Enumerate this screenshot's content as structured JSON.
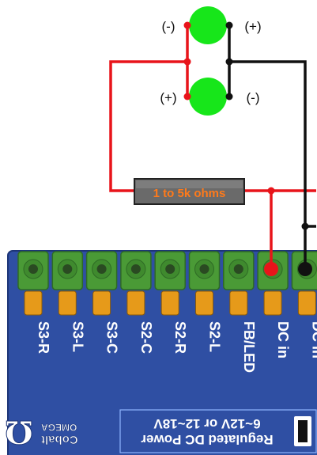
{
  "colors": {
    "board": "#2f4fa3",
    "board_edge": "#1d3577",
    "terminal_green": "#4a9a36",
    "terminal_dark": "#2e6a25",
    "screw": "#2a4a22",
    "orange_tab": "#e69a1a",
    "led_green": "#17e61a",
    "wire_red": "#e8141a",
    "wire_black": "#111111",
    "resistor_body": "#666666",
    "resistor_text": "#ff7a1a",
    "label_white": "#ffffff"
  },
  "leds": [
    {
      "left_label": "(-)",
      "right_label": "(+)"
    },
    {
      "left_label": "(+)",
      "right_label": "(-)"
    }
  ],
  "resistor": {
    "label": "1 to 5k ohms"
  },
  "terminals": [
    {
      "label": "S3-R"
    },
    {
      "label": "S3-L"
    },
    {
      "label": "S3-C"
    },
    {
      "label": "S2-C"
    },
    {
      "label": "S2-R"
    },
    {
      "label": "S2-L"
    },
    {
      "label": "FB/LED"
    },
    {
      "label": "DC in"
    },
    {
      "label": "DC in"
    }
  ],
  "power_box": {
    "line1": "Regulated DC Power",
    "line2": "6~12V or 12~18V"
  },
  "logo": {
    "line1": "Cobalt",
    "line2": "OMEGA",
    "symbol": "Ω"
  }
}
